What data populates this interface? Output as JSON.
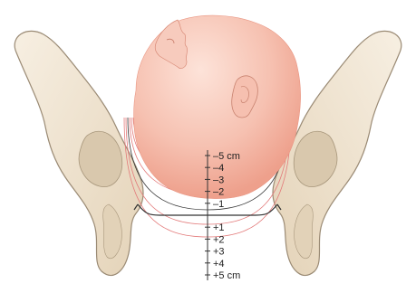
{
  "diagram": {
    "scale": {
      "labels_above": [
        "–5 cm",
        "–4",
        "–3",
        "–2",
        "–1"
      ],
      "labels_below": [
        "+1",
        "+2",
        "+3",
        "+4",
        "+5 cm"
      ]
    },
    "colors": {
      "bone_fill": "#f1e6d4",
      "bone_stroke": "#9a8a74",
      "bone_shadow": "#d9c8ad",
      "head_fill": "#f4b7a6",
      "head_highlight": "#fde3d9",
      "station_curve": "#e37a7a",
      "zero_line": "#333333",
      "scale_line": "#333333"
    }
  }
}
